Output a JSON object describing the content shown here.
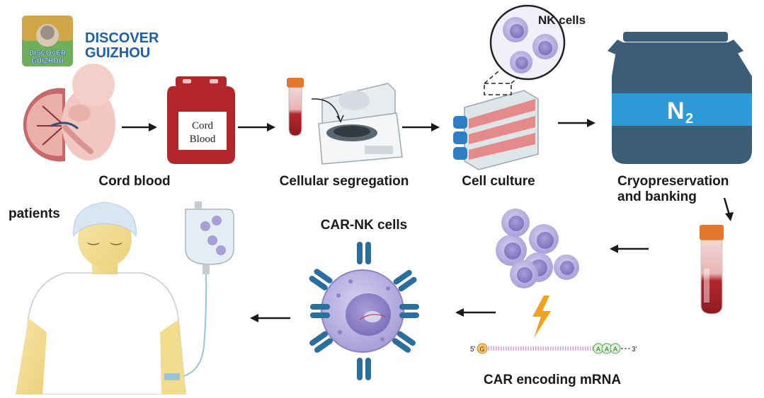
{
  "brand": {
    "line1": "DISCOVER",
    "line2": "GUIZHOU",
    "badge_line1": "DISCOVER",
    "badge_line2": "GUIZHOU"
  },
  "labels": {
    "cord_blood": "Cord blood",
    "bag_line1": "Cord",
    "bag_line2": "Blood",
    "cellular_segregation": "Cellular segregation",
    "cell_culture": "Cell culture",
    "nk_cells": "NK cells",
    "cryo_line1": "Cryopreservation",
    "cryo_line2": "and banking",
    "n2": "N",
    "n2_sub": "2",
    "patients": "patients",
    "car_nk_cells": "CAR-NK cells",
    "car_mrna": "CAR encoding mRNA",
    "five_prime": "5'",
    "three_prime": "3'",
    "cap": "G",
    "polyA": [
      "A",
      "A",
      "A"
    ]
  },
  "colors": {
    "brand_blue": "#1f5fa8",
    "tank": "#3b5d78",
    "tank_band": "#2e9ad8",
    "blood": "#b3262c",
    "flask": "#e58a8a",
    "flask_cap": "#2f7fc4",
    "cell_fill": "#b9b1e0",
    "cell_nucleus": "#8e82c6",
    "car_receptor": "#2a6e9e",
    "lightning": "#f0a21f",
    "mrna": "#d9a0d6"
  }
}
